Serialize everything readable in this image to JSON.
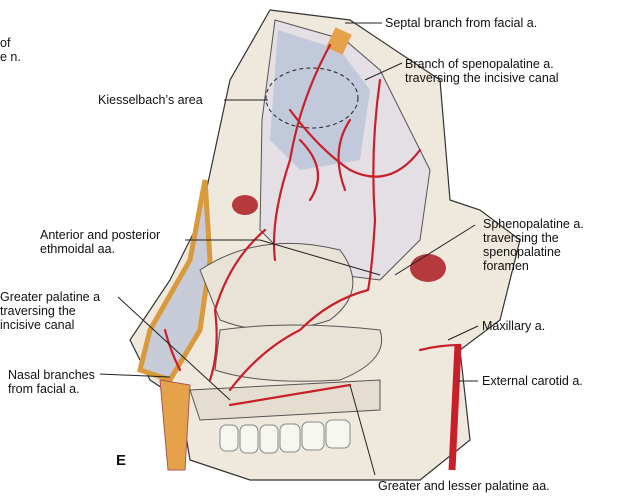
{
  "figure": {
    "panel_letter": "E",
    "colors": {
      "artery": "#c8202a",
      "bone": "#f1ebe0",
      "mucosa": "#b9c3d6",
      "cartilage": "#e8a23a",
      "line": "#222222"
    },
    "labels": {
      "cut_top_left": "of\ne n.",
      "septal_branch": "Septal branch from facial a.",
      "branch_sphenopalatine": "Branch of spenopalatine a.\ntraversing the incisive canal",
      "kiesselbach": "Kiesselbach’s area",
      "ethmoidal": "Anterior and posterior\nethmoidal aa.",
      "sphenopalatine": "Sphenopalatine a.\ntraversing the\nspenopalatine\nforamen",
      "greater_palatine": "Greater palatine a\ntraversing the\nincisive canal",
      "maxillary": "Maxillary a.",
      "nasal_branches": "Nasal branches\nfrom facial a.",
      "external_carotid": "External carotid a.",
      "greater_lesser_palatine": "Greater and lesser palatine aa."
    }
  }
}
